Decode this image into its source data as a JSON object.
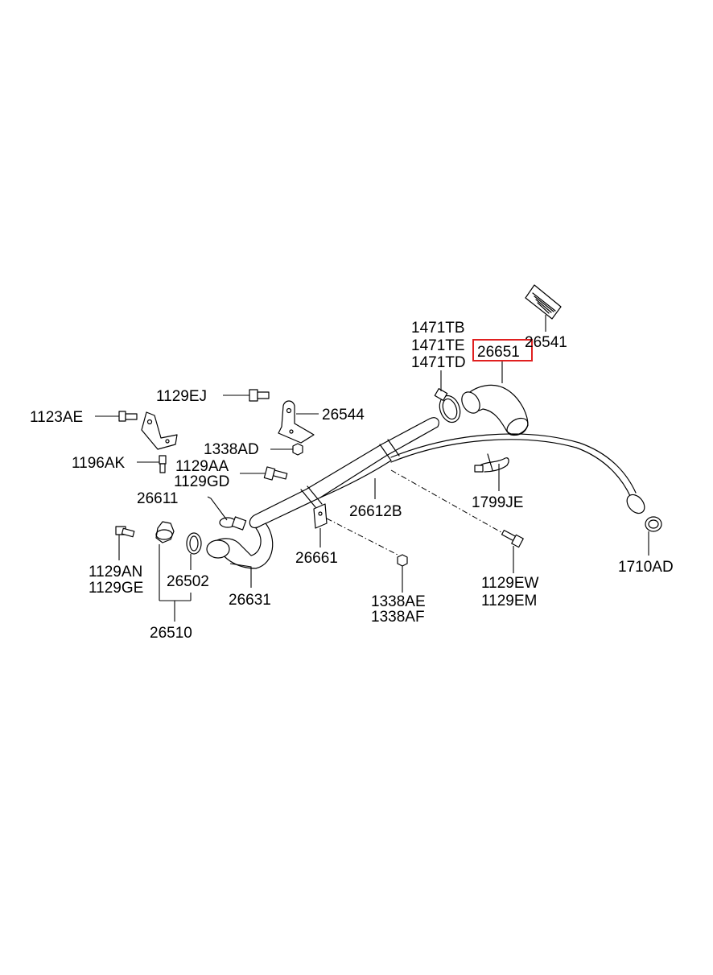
{
  "diagram": {
    "highlight_color": "#e02020",
    "highlighted_part": "26651",
    "labels": {
      "l26541": "26541",
      "l1471TB": "1471TB",
      "l1471TE": "1471TE",
      "l1471TD": "1471TD",
      "l26651": "26651",
      "l1129EJ": "1129EJ",
      "l26544": "26544",
      "l1123AE": "1123AE",
      "l1338AD": "1338AD",
      "l1196AK": "1196AK",
      "l1129AA": "1129AA",
      "l1129GD": "1129GD",
      "l26611": "26611",
      "l26612B": "26612B",
      "l1799JE": "1799JE",
      "l1710AD": "1710AD",
      "l26661": "26661",
      "l1129AN": "1129AN",
      "l1129GE": "1129GE",
      "l26502": "26502",
      "l26631": "26631",
      "l1338AE": "1338AE",
      "l1338AF": "1338AF",
      "l1129EW": "1129EW",
      "l1129EM": "1129EM",
      "l26510": "26510"
    }
  }
}
